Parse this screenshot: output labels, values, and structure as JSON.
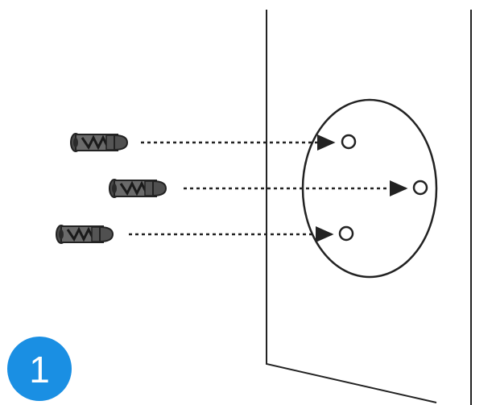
{
  "step": {
    "number": "1",
    "badge_color": "#1a8fe3"
  },
  "illustration": {
    "subject": "wall-anchor-installation",
    "anchor_count": 3,
    "hole_count": 3,
    "line_color": "#222222",
    "wall_color": "#ffffff"
  }
}
